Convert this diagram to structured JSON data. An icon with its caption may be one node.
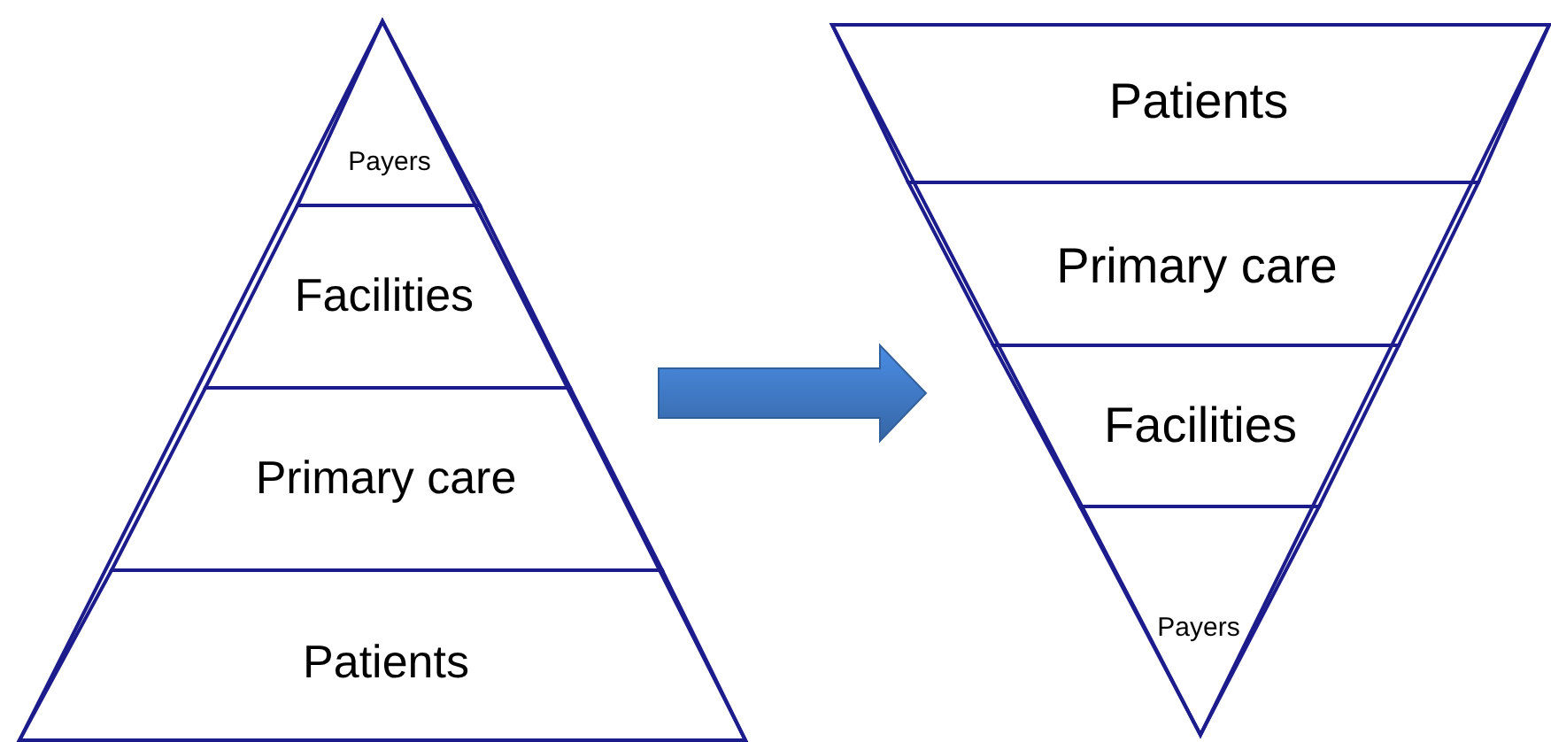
{
  "diagram": {
    "nodes": [
      {
        "text": [],
        "shape": "triangle"
      },
      {
        "text": [
          "Payers"
        ],
        "in": 0
      },
      {
        "text": [
          "Facilities"
        ],
        "in": 0
      },
      {
        "text": [
          "Primary care"
        ],
        "in": 0
      },
      {
        "text": [
          "Patients"
        ],
        "in": 0
      },
      {
        "text": [],
        "shape": "triangle"
      },
      {
        "text": [
          "Patients"
        ],
        "in": 5
      },
      {
        "text": [
          "Primary care"
        ],
        "in": 5
      },
      {
        "text": [
          "Facilities"
        ],
        "in": 5
      },
      {
        "text": [
          "Payers"
        ],
        "in": 5
      }
    ],
    "edges": [
      {
        "from": 0,
        "to": 5,
        "arrow": "to",
        "style": "thick",
        "color": "#3c72b8"
      }
    ]
  }
}
